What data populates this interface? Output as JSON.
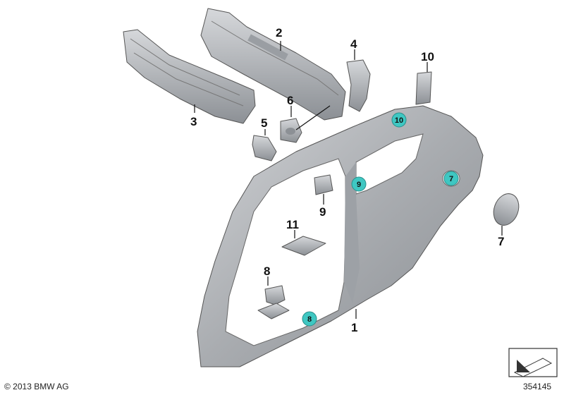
{
  "callouts": {
    "c1": "1",
    "c2": "2",
    "c3": "3",
    "c4": "4",
    "c5": "5",
    "c6": "6",
    "c7": "7",
    "c8": "8",
    "c9": "9",
    "c10": "10",
    "c11": "11"
  },
  "badges": {
    "b10": "10",
    "b9": "9",
    "b7": "7",
    "b8": "8"
  },
  "footer": {
    "copyright": "© 2013 BMW AG",
    "diagram_number": "354145"
  },
  "colors": {
    "part_fill": "#b5b8bc",
    "part_dark": "#8e9297",
    "part_light": "#d9dbde",
    "badge_fill": "#3fc7c2"
  }
}
